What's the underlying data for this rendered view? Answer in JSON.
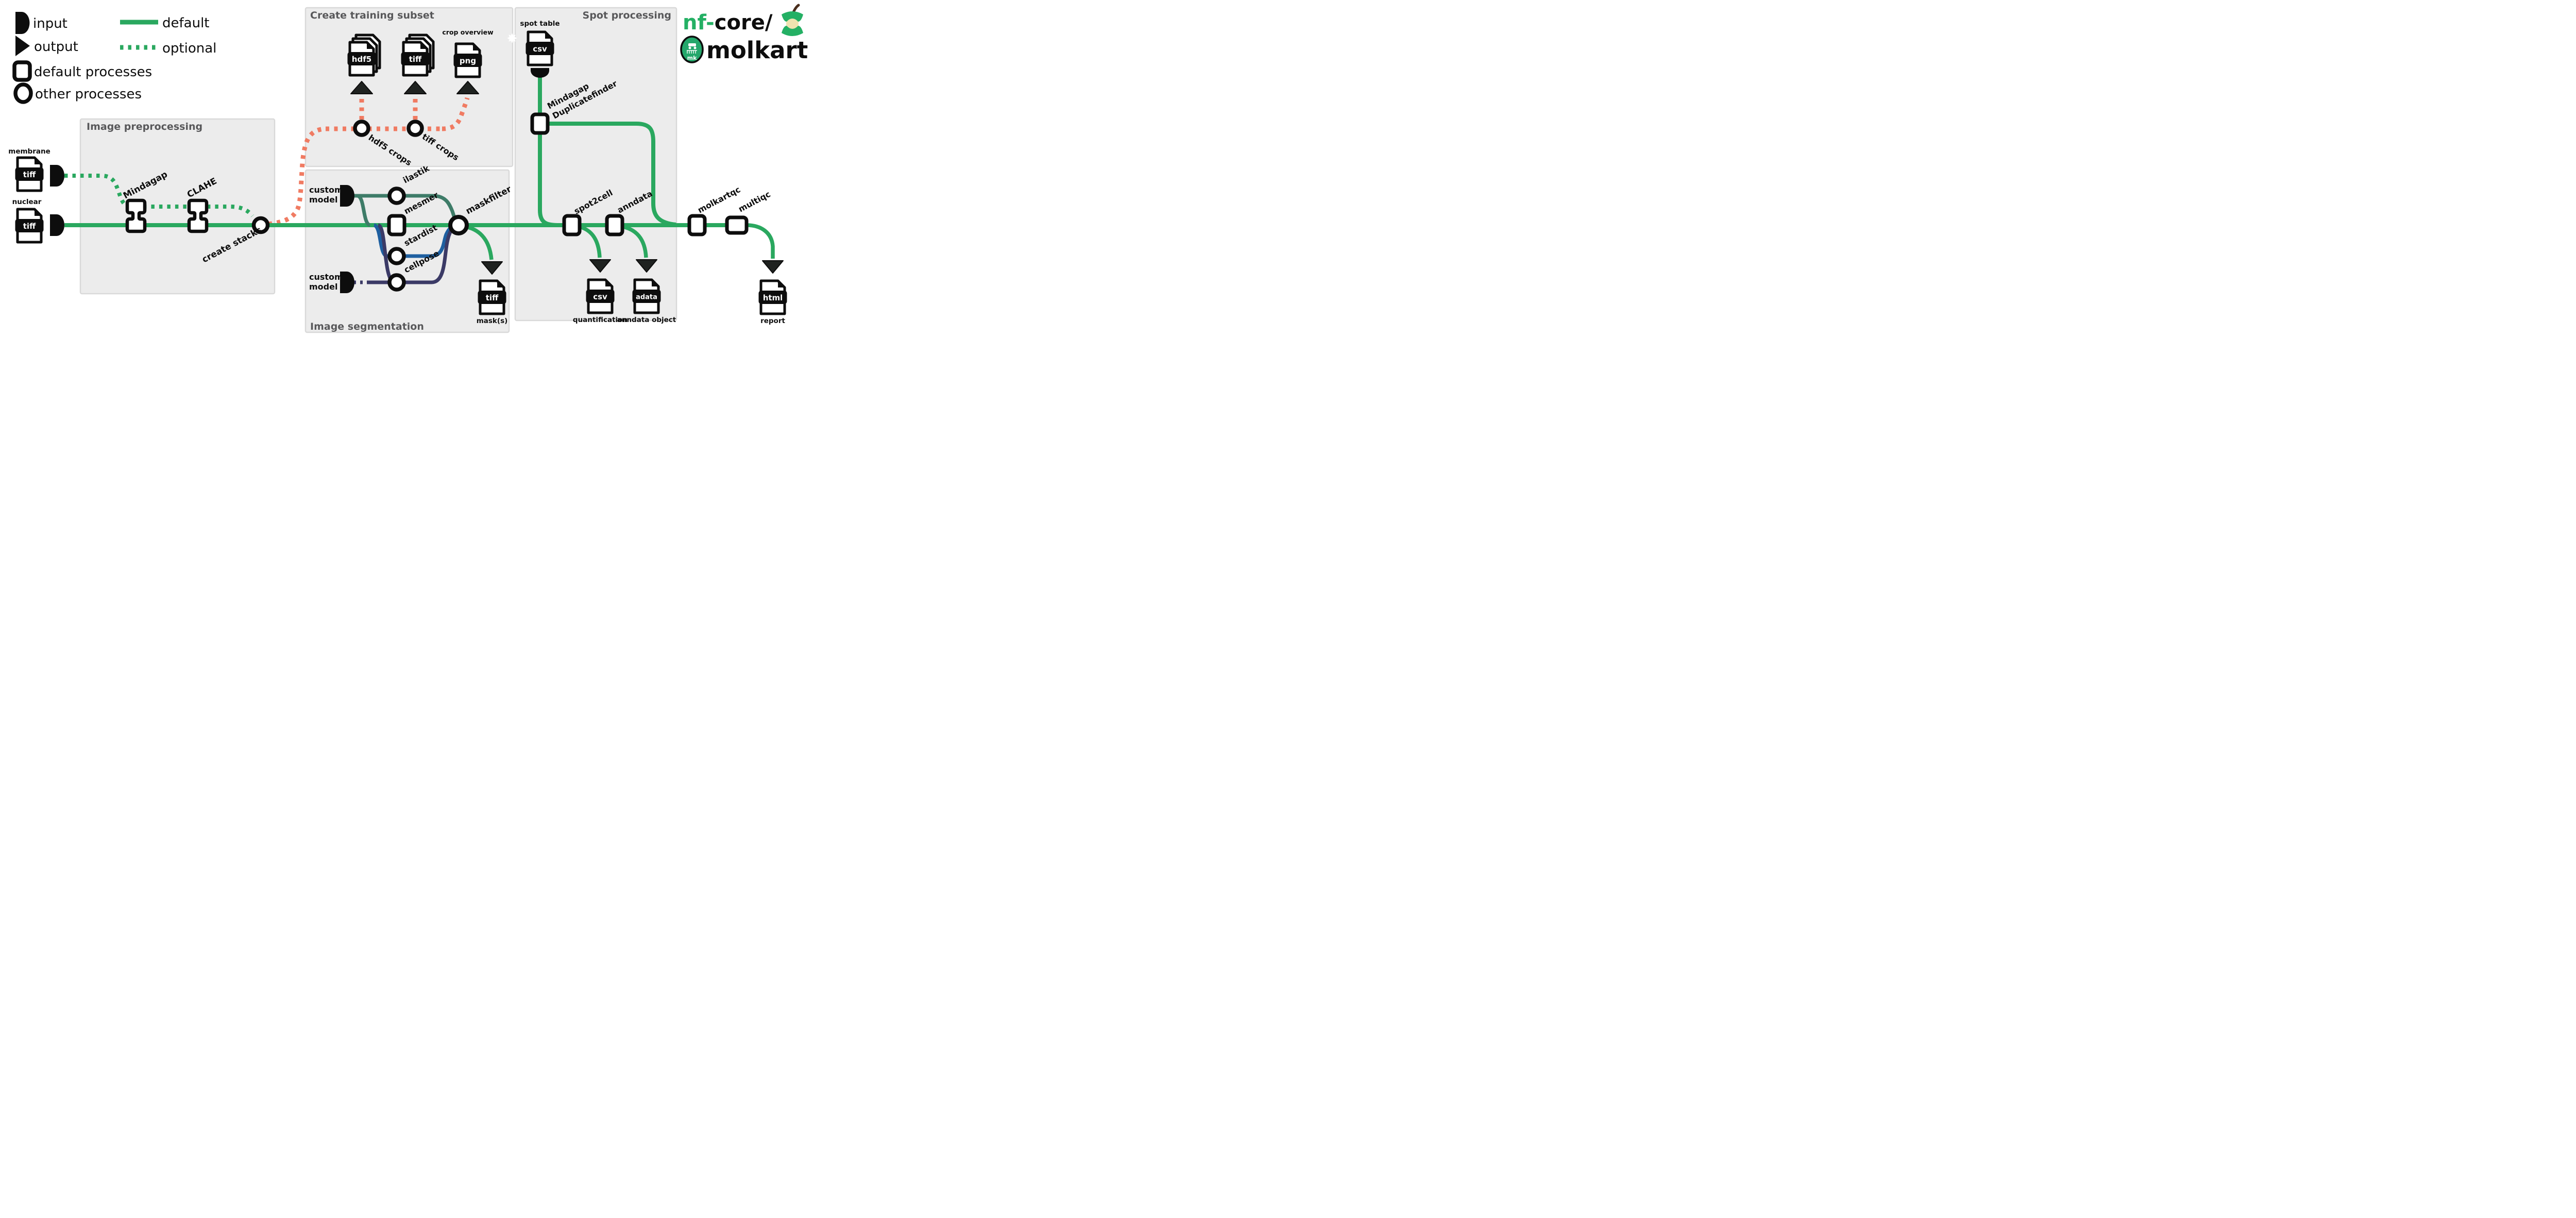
{
  "legend": {
    "input": "input",
    "output": "output",
    "default_line": "default",
    "optional_line": "optional",
    "default_processes": "default processes",
    "other_processes": "other processes"
  },
  "sections": {
    "preprocessing": "Image preprocessing",
    "training": "Create training subset",
    "segmentation": "Image segmentation",
    "spot": "Spot processing"
  },
  "logo": {
    "prefix": "nf-",
    "core": "core/",
    "name": "molkart",
    "badge": "mk"
  },
  "inputs": {
    "membrane": {
      "label": "membrane",
      "format": "tiff"
    },
    "nuclear": {
      "label": "nuclear",
      "format": "tiff"
    },
    "spot_table": {
      "label": "spot table",
      "format": "csv"
    },
    "custom_model": {
      "line1": "custom",
      "line2": "model"
    }
  },
  "processes": {
    "mindagap": "Mindagap",
    "clahe": "CLAHE",
    "create_stacks": "create stacks",
    "hdf5_crops": "hdf5 crops",
    "tiff_crops": "tiff crops",
    "ilastik": "ilastik",
    "mesmer": "mesmer",
    "stardist": "stardist",
    "cellpose": "cellpose",
    "maskfilter": "maskfilter",
    "duplicatefinder_line1": "Mindagap",
    "duplicatefinder_line2": "Duplicatefinder",
    "spot2cell": "spot2cell",
    "anndata": "anndata",
    "molkartqc": "molkartqc",
    "multiqc": "multiqc"
  },
  "outputs": {
    "hdf5_file": {
      "format": "hdf5"
    },
    "tiff_file": {
      "format": "tiff"
    },
    "png_file": {
      "format": "png",
      "label": "crop overview"
    },
    "mask_file": {
      "format": "tiff",
      "label": "mask(s)"
    },
    "quantification_file": {
      "format": "csv",
      "label": "quantification"
    },
    "anndata_file": {
      "format": "adata",
      "label": "anndata object"
    },
    "report_file": {
      "format": "html",
      "label": "report"
    }
  },
  "colors": {
    "default_line": "#2aa85f",
    "optional_line": "#2aa85f",
    "training_line": "#f07b62",
    "ilastik_line": "#3e7c68",
    "stardist_line": "#1e5fa0",
    "cellpose_line": "#3b3a66",
    "nfcore_green": "#24b064",
    "section_fill": "#ececec",
    "title_gray": "#58585a"
  }
}
